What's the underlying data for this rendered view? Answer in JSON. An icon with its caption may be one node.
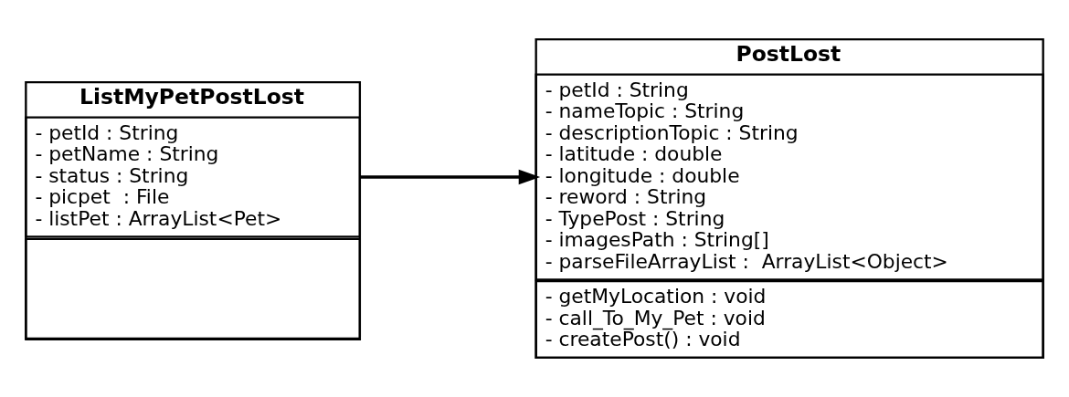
{
  "diagram": {
    "nodes": [
      {
        "text": [
          "ListMyPetPostLost"
        ]
      },
      {
        "text": [
          "- petId : String",
          "- petName : String",
          "- status : String",
          "- picpet  : File",
          "- listPet : ArrayList<Pet>"
        ],
        "in": 0
      },
      {
        "text": [],
        "shape": "box",
        "in": 0
      },
      {
        "text": [
          "PostLost"
        ]
      },
      {
        "text": [
          "- petId : String",
          "- nameTopic : String",
          "- descriptionTopic : String",
          "- latitude : double",
          "- longitude : double",
          "- reword : String",
          "- TypePost : String",
          "- imagesPath : String[]",
          "- parseFileArrayList :  ArrayList<Object>"
        ],
        "in": 3
      },
      {
        "text": [
          "- getMyLocation : void",
          "- call_To_My_Pet : void",
          "- createPost() : void"
        ],
        "in": 3
      }
    ],
    "edges": [
      {
        "from": 0,
        "to": 3,
        "arrow": "to"
      }
    ]
  }
}
